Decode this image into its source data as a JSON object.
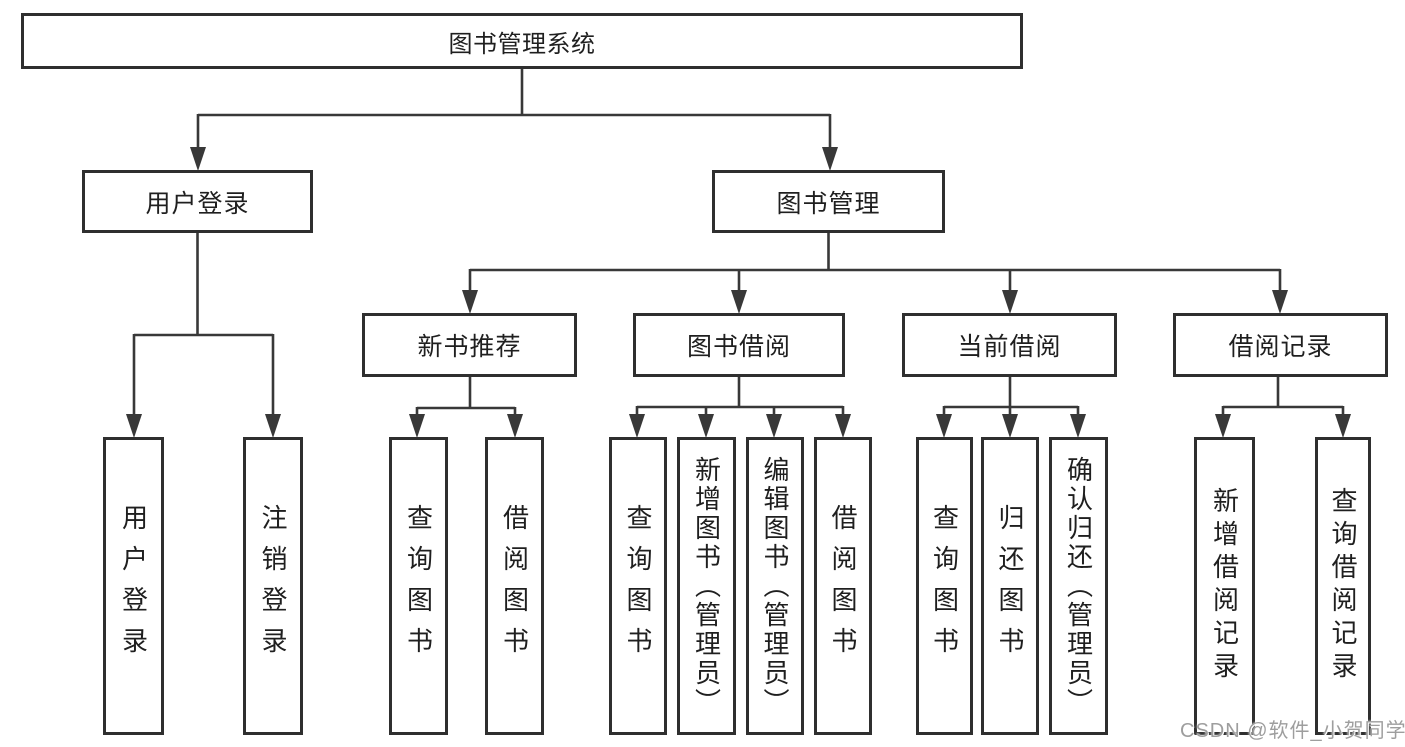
{
  "tree": {
    "label": "图书管理系统",
    "children": [
      {
        "label": "用户登录",
        "children": [
          {
            "label": "用户登录"
          },
          {
            "label": "注销登录"
          }
        ]
      },
      {
        "label": "图书管理",
        "children": [
          {
            "label": "新书推荐",
            "children": [
              {
                "label": "查询图书"
              },
              {
                "label": "借阅图书"
              }
            ]
          },
          {
            "label": "图书借阅",
            "children": [
              {
                "label": "查询图书"
              },
              {
                "label": "新增图书（管理员）"
              },
              {
                "label": "编辑图书（管理员）"
              },
              {
                "label": "借阅图书"
              }
            ]
          },
          {
            "label": "当前借阅",
            "children": [
              {
                "label": "查询图书"
              },
              {
                "label": "归还图书"
              },
              {
                "label": "确认归还（管理员）"
              }
            ]
          },
          {
            "label": "借阅记录",
            "children": [
              {
                "label": "新增借阅记录"
              },
              {
                "label": "查询借阅记录"
              }
            ]
          }
        ]
      }
    ]
  },
  "watermark": "CSDN @软件_小贺同学",
  "colors": {
    "line": "#383838",
    "box_border": "#2f2f2f",
    "text": "#1f1f1f",
    "watermark": "#9e9e9e",
    "background": "#ffffff"
  }
}
